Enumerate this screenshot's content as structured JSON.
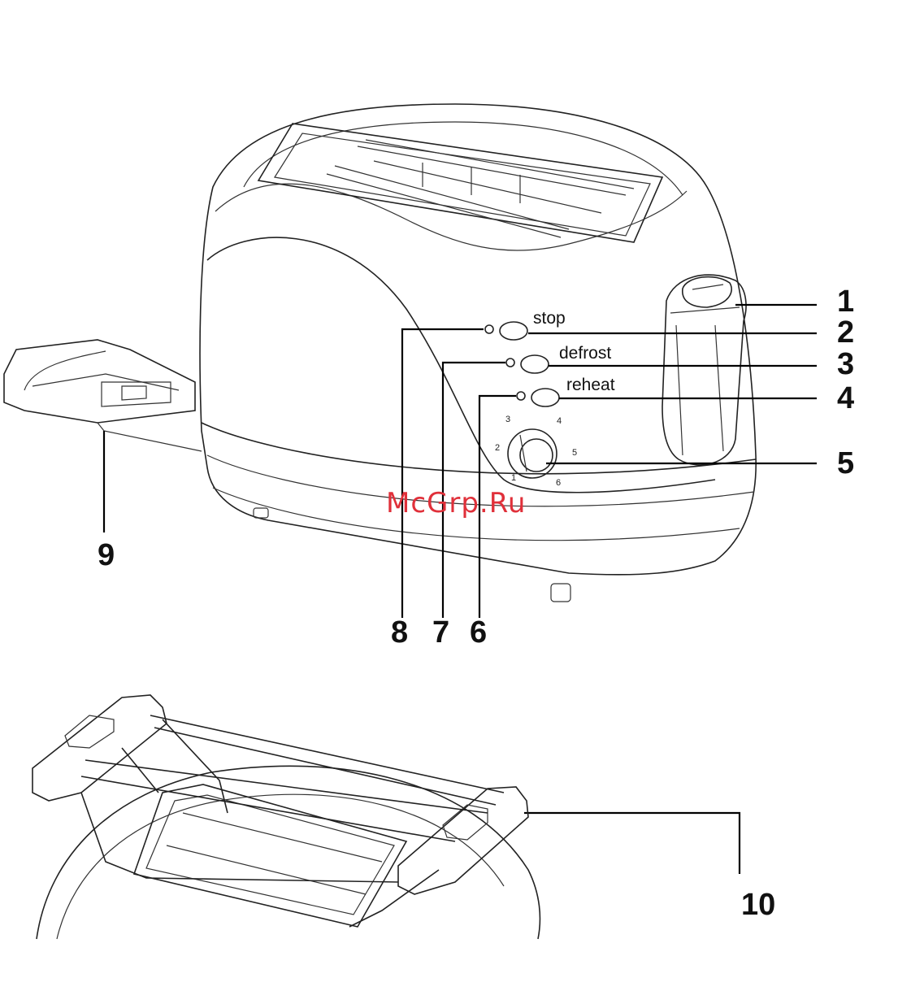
{
  "callouts": [
    {
      "id": "1",
      "label": "1"
    },
    {
      "id": "2",
      "label": "2"
    },
    {
      "id": "3",
      "label": "3"
    },
    {
      "id": "4",
      "label": "4"
    },
    {
      "id": "5",
      "label": "5"
    },
    {
      "id": "6",
      "label": "6"
    },
    {
      "id": "7",
      "label": "7"
    },
    {
      "id": "8",
      "label": "8"
    },
    {
      "id": "9",
      "label": "9"
    },
    {
      "id": "10",
      "label": "10"
    }
  ],
  "buttons": {
    "stop": "stop",
    "defrost": "defrost",
    "reheat": "reheat"
  },
  "dial_marks": [
    "1",
    "2",
    "3",
    "4",
    "5",
    "6"
  ],
  "watermark": "McGrp.Ru",
  "colors": {
    "line": "#222222",
    "watermark": "#e0303a",
    "background": "#ffffff"
  }
}
